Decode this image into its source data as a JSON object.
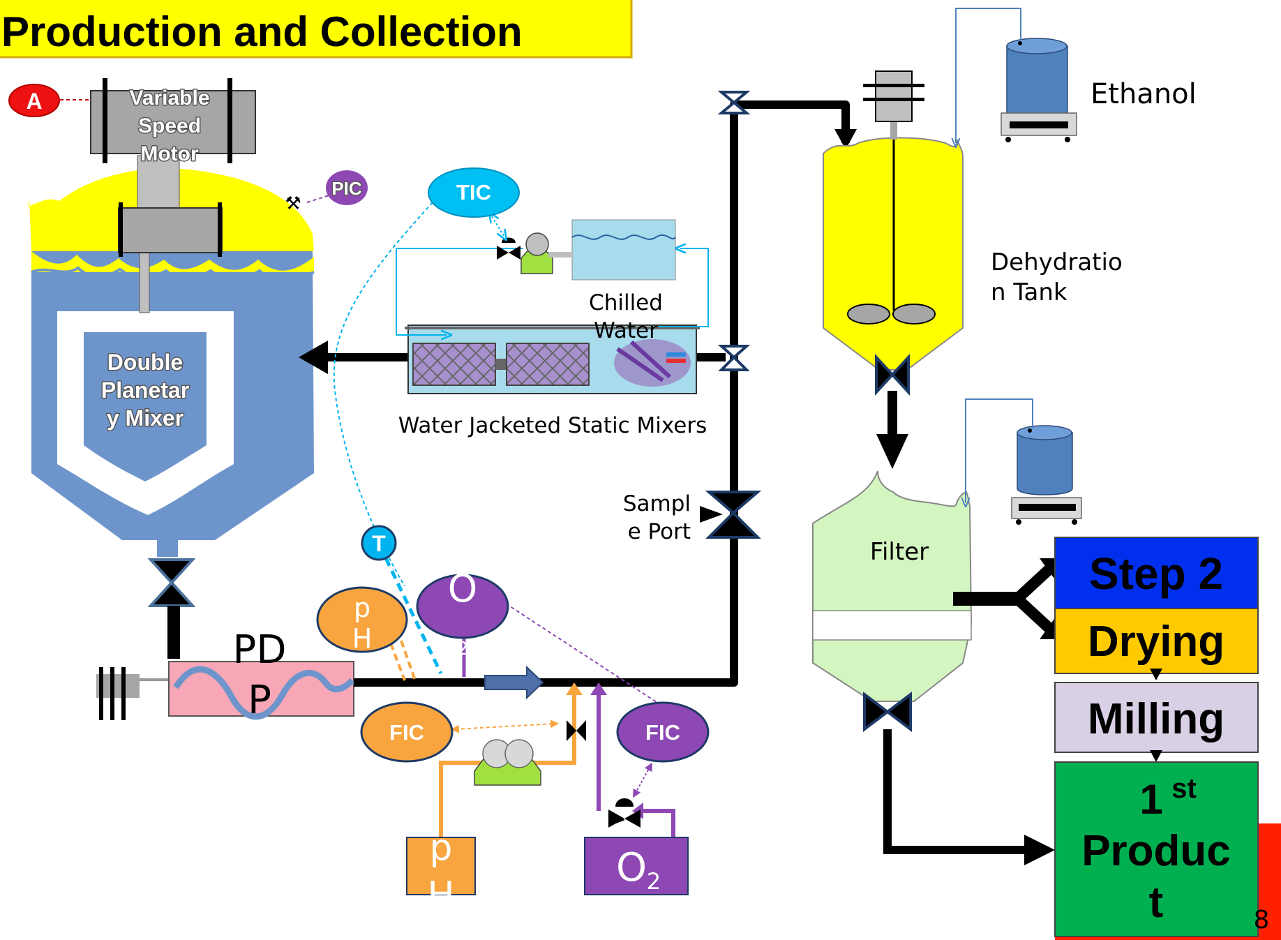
{
  "title": "Production and Collection",
  "labels": {
    "motor": [
      "Variable",
      "Speed",
      "Motor"
    ],
    "mixer": [
      "Double",
      "Planetar",
      "y  Mixer"
    ],
    "chilled_water": [
      "Chilled",
      "Water"
    ],
    "static_mixers": "Water Jacketed Static Mixers",
    "sample_port": [
      "Sampl",
      "e Port"
    ],
    "pdp": [
      "PD",
      "P"
    ],
    "ethanol": "Ethanol",
    "dehydration_tank": [
      "Dehydratio",
      "n Tank"
    ],
    "filter": "Filter",
    "ph_tank": [
      "p",
      "H"
    ],
    "o2_tank": "O",
    "o2_subscript": "2",
    "page_number": "8"
  },
  "instruments": {
    "A": "A",
    "PIC": "PIC",
    "TIC": "TIC",
    "T": "T",
    "pH": [
      "p",
      "H"
    ],
    "O2_sensor": "O",
    "O2_sensor_sub": "2",
    "FIC_ph": "FIC",
    "FIC_o2": "FIC"
  },
  "steps": {
    "step2": "Step 2",
    "drying": "Drying",
    "milling": "Milling",
    "product_num": "1",
    "product_sup": "st",
    "product_lines": [
      "Produc",
      "t"
    ]
  },
  "colors": {
    "title_bg": "#ffff00",
    "vessel_yellow": "#ffff00",
    "vessel_blue": "#6e95cb",
    "chilled_water": "#a8dcec",
    "pdp_pink": "#f7a7b6",
    "filter_green": "#d3f5c0",
    "instrument_purple": "#8e48b4",
    "instrument_orange": "#f8a53f",
    "instrument_cyan": "#00b4ef",
    "step2_blue": "#0030ee",
    "drying_yellow": "#ffca00",
    "milling_lavender": "#d9d0e6",
    "product_green": "#00b050",
    "ethanol_drum": "#4f81bd"
  }
}
